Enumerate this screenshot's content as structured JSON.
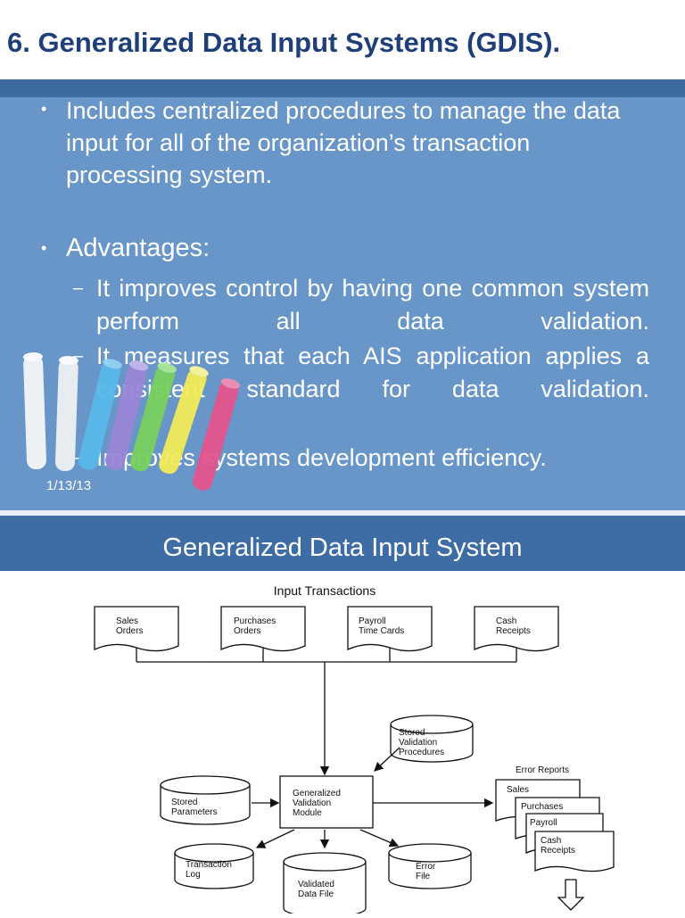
{
  "slide1": {
    "title": "6. Generalized Data Input Systems (GDIS).",
    "bullet1": "Includes centralized procedures to manage the data input for all of the organization’s transaction processing system.",
    "bullet2": "Advantages:",
    "sub_items": [
      "It improves control by having one common system perform all data validation.",
      "It measures that each AIS application applies a consistent standard for data validation.",
      "Improves systems development efficiency."
    ],
    "bullet_marker": "•",
    "dash_marker": "–",
    "date": "1/13/13"
  },
  "slide2": {
    "title": "Generalized Data Input System",
    "diagram": {
      "input_heading": "Input Transactions",
      "inputs": [
        {
          "line1": "Sales",
          "line2": "Orders"
        },
        {
          "line1": "Purchases",
          "line2": "Orders"
        },
        {
          "line1": "Payroll",
          "line2": "Time Cards"
        },
        {
          "line1": "Cash",
          "line2": "Receipts"
        }
      ],
      "stored_validation": {
        "line1": "Stored",
        "line2": "Validation",
        "line3": "Procedures"
      },
      "stored_parameters": {
        "line1": "Stored",
        "line2": "Parameters"
      },
      "module": {
        "line1": "Generalized",
        "line2": "Validation",
        "line3": "Module"
      },
      "transaction_log": {
        "line1": "Transaction",
        "line2": "Log"
      },
      "validated_file": {
        "line1": "Validated",
        "line2": "Data File"
      },
      "error_file": {
        "line1": "Error",
        "line2": "File"
      },
      "error_reports_heading": "Error Reports",
      "error_reports": [
        "Sales",
        "Purchases",
        "Payroll",
        "Cash"
      ],
      "error_reports_last_line2": "Receipts"
    }
  },
  "colors": {
    "slide1_bg": "#6896c8",
    "title_text": "#1f3f78",
    "header_bar": "#3e6ca4"
  }
}
